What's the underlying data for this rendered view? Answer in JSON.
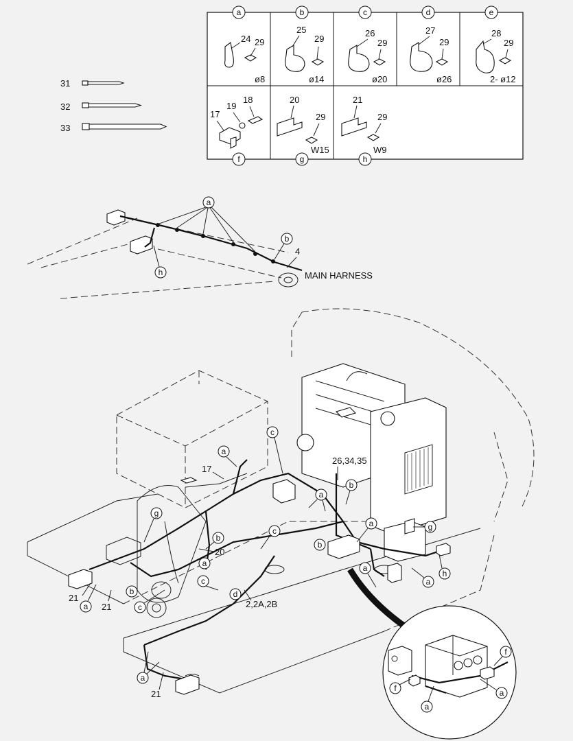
{
  "table": {
    "row1": [
      {
        "letter": "a",
        "part": "24",
        "bolt": "29",
        "size": "ø8"
      },
      {
        "letter": "b",
        "part": "25",
        "bolt": "29",
        "size": "ø14"
      },
      {
        "letter": "c",
        "part": "26",
        "bolt": "29",
        "size": "ø20"
      },
      {
        "letter": "d",
        "part": "27",
        "bolt": "29",
        "size": "ø26"
      },
      {
        "letter": "e",
        "part": "28",
        "bolt": "29",
        "size": "2- ø12"
      }
    ],
    "row2": [
      {
        "letter": "f",
        "parts": [
          "17",
          "19",
          "18"
        ]
      },
      {
        "letter": "g",
        "part": "20",
        "bolt": "29",
        "size": "W15"
      },
      {
        "letter": "h",
        "part": "21",
        "bolt": "29",
        "size": "W9"
      }
    ]
  },
  "ties": [
    {
      "label": "31"
    },
    {
      "label": "32"
    },
    {
      "label": "33"
    }
  ],
  "boom": {
    "callouts": {
      "a": "a",
      "b": "b",
      "h": "h"
    },
    "part_number": "4",
    "harness_label": "MAIN HARNESS"
  },
  "frame": {
    "labels": {
      "p17": "17",
      "p20": "20",
      "p21a": "21",
      "p21b": "21",
      "p21c": "21",
      "p26": "26,34,35",
      "p2": "2,2A,2B"
    },
    "letters": {
      "a": "a",
      "b": "b",
      "c": "c",
      "d": "d",
      "f": "f",
      "g": "g",
      "h": "h"
    }
  }
}
